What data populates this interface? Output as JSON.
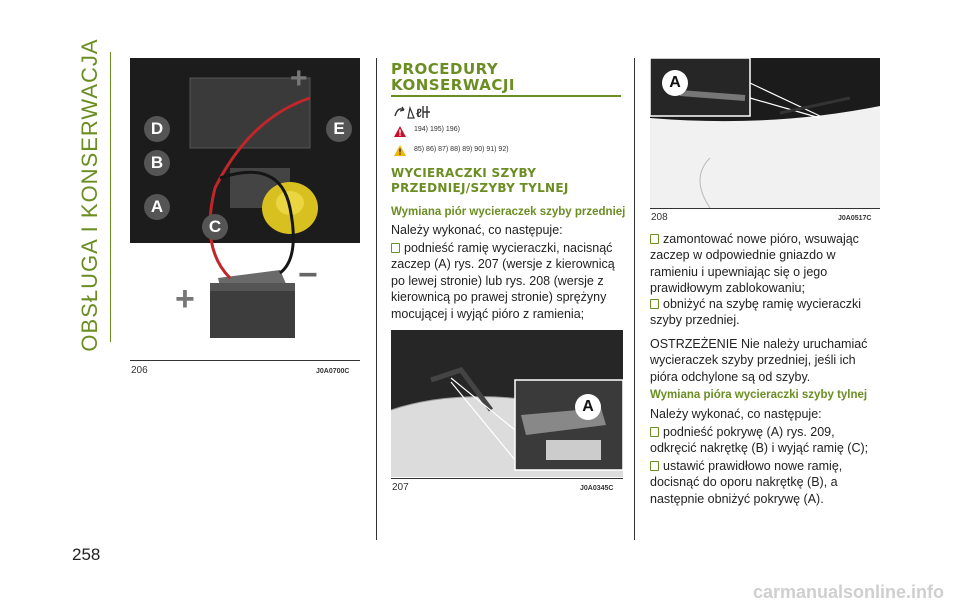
{
  "side_title": "OBSŁUGA I KONSERWACJA",
  "page_number": "258",
  "figures": {
    "f206": {
      "number": "206",
      "code": "J0A0700C",
      "labels": [
        "D",
        "B",
        "A",
        "C",
        "E"
      ],
      "plus": "+",
      "minus": "−"
    },
    "f207": {
      "number": "207",
      "code": "J0A0345C",
      "label": "A"
    },
    "f208": {
      "number": "208",
      "code": "J0A0517C",
      "label": "A"
    }
  },
  "section": {
    "title_line1": "PROCEDURY",
    "title_line2": "KONSERWACJI",
    "warning_refs": "194)  195)  196)",
    "caution_refs": "85)  86)  87)  88)  89)  90)  91)  92)",
    "subtitle_line1": "WYCIERACZKI SZYBY",
    "subtitle_line2": "PRZEDNIEJ/SZYBY TYLNEJ",
    "front_heading": "Wymiana piór wycieraczek szyby przedniej",
    "front_intro": "Należy wykonać, co następuje:",
    "front_step1": [
      "podnieść ramię wycieraczki, nacisnąć",
      "zaczep (A) rys. 207 (wersje z kierownicą",
      "po lewej stronie) lub rys. 208 (wersje z",
      "kierownicą po prawej stronie) sprężyny",
      "mocującej i wyjąć pióro z ramienia;"
    ],
    "front_step2": [
      "zamontować nowe pióro, wsuwając",
      "zaczep w odpowiednie gniazdo w",
      "ramieniu i upewniając się o jego",
      "prawidłowym zablokowaniu;"
    ],
    "front_step3": [
      "obniżyć na szybę ramię wycieraczki",
      "szyby przedniej."
    ],
    "warning_text": [
      "OSTRZEŻENIE Nie należy uruchamiać",
      "wycieraczek szyby przedniej, jeśli ich",
      "pióra odchylone są od szyby."
    ],
    "rear_heading": "Wymiana pióra wycieraczki szyby tylnej",
    "rear_intro": "Należy wykonać, co następuje:",
    "rear_step1": [
      "podnieść pokrywę (A) rys. 209,",
      "odkręcić nakrętkę (B) i wyjąć ramię (C);"
    ],
    "rear_step2": [
      "ustawić prawidłowo nowe ramię,",
      "docisnąć do oporu nakrętkę (B), a",
      "następnie obniżyć pokrywę (A)."
    ]
  },
  "watermark": "carmanualsonline.info",
  "colors": {
    "accent": "#6b8e23",
    "text": "#222222"
  }
}
